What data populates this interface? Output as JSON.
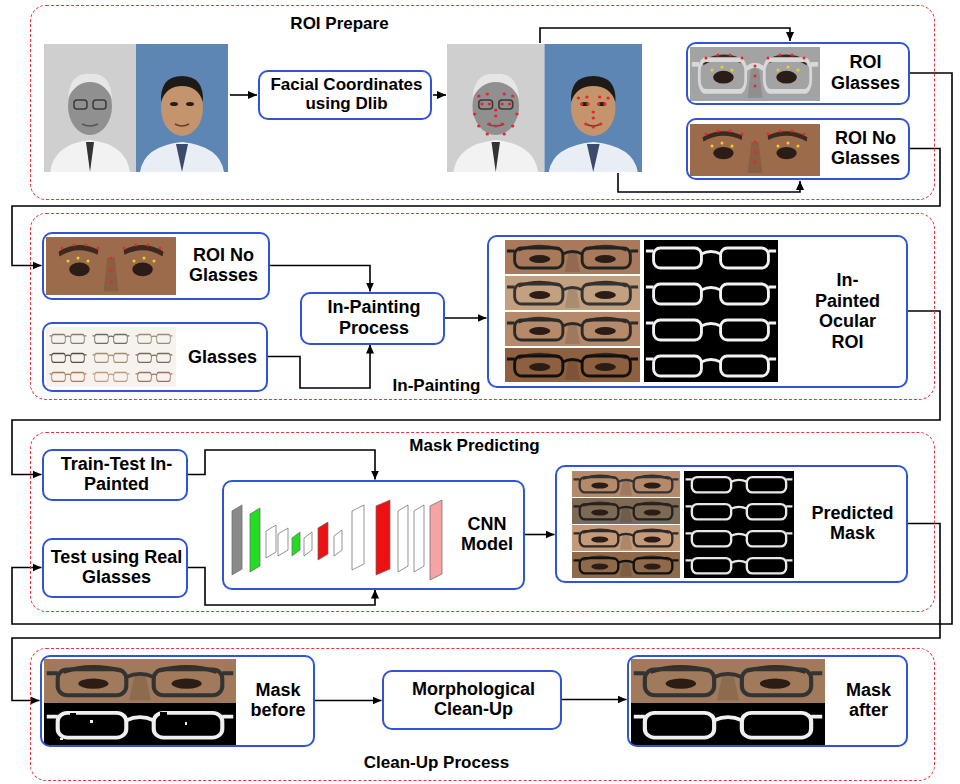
{
  "diagram": {
    "nodes": [
      {
        "text": [
          "ROI Prepare"
        ]
      },
      {
        "text": [
          "Facial Coordinates using Dlib"
        ],
        "in": 0
      },
      {
        "text": [
          "ROI Glasses"
        ],
        "in": 0
      },
      {
        "text": [
          "ROI No Glasses"
        ],
        "in": 0
      },
      {
        "text": [
          "In-Painting"
        ]
      },
      {
        "text": [
          "ROI No Glasses"
        ],
        "in": 4
      },
      {
        "text": [
          "In-Painting Process"
        ],
        "in": 4
      },
      {
        "text": [
          "Glasses"
        ],
        "in": 4
      },
      {
        "text": [
          "In-Painted Ocular ROI"
        ],
        "in": 4
      },
      {
        "text": [
          "Mask Predicting"
        ]
      },
      {
        "text": [
          "Train-Test In-Painted"
        ],
        "in": 9
      },
      {
        "text": [
          "Test using Real Glasses"
        ],
        "in": 9
      },
      {
        "text": [
          "CNN Model"
        ],
        "in": 9
      },
      {
        "text": [
          "Predicted Mask"
        ],
        "in": 9
      },
      {
        "text": [
          "Clean-Up Process"
        ]
      },
      {
        "text": [
          "Mask before"
        ],
        "in": 14
      },
      {
        "text": [
          "Morphological Clean-Up"
        ],
        "in": 14
      },
      {
        "text": [
          "Mask after"
        ],
        "in": 14
      }
    ],
    "edges": [
      {
        "from": 2,
        "to": 11,
        "arrow": "to"
      },
      {
        "from": 3,
        "to": 5,
        "arrow": "to"
      },
      {
        "from": 5,
        "to": 6,
        "arrow": "to"
      },
      {
        "from": 7,
        "to": 6,
        "arrow": "to"
      },
      {
        "from": 6,
        "to": 8,
        "arrow": "to"
      },
      {
        "from": 8,
        "to": 10,
        "arrow": "to"
      },
      {
        "from": 10,
        "to": 12,
        "arrow": "to"
      },
      {
        "from": 11,
        "to": 12,
        "arrow": "to"
      },
      {
        "from": 12,
        "to": 13,
        "arrow": "to"
      },
      {
        "from": 13,
        "to": 15,
        "arrow": "to"
      },
      {
        "from": 15,
        "to": 16,
        "arrow": "to"
      },
      {
        "from": 16,
        "to": 17,
        "arrow": "to"
      }
    ]
  }
}
